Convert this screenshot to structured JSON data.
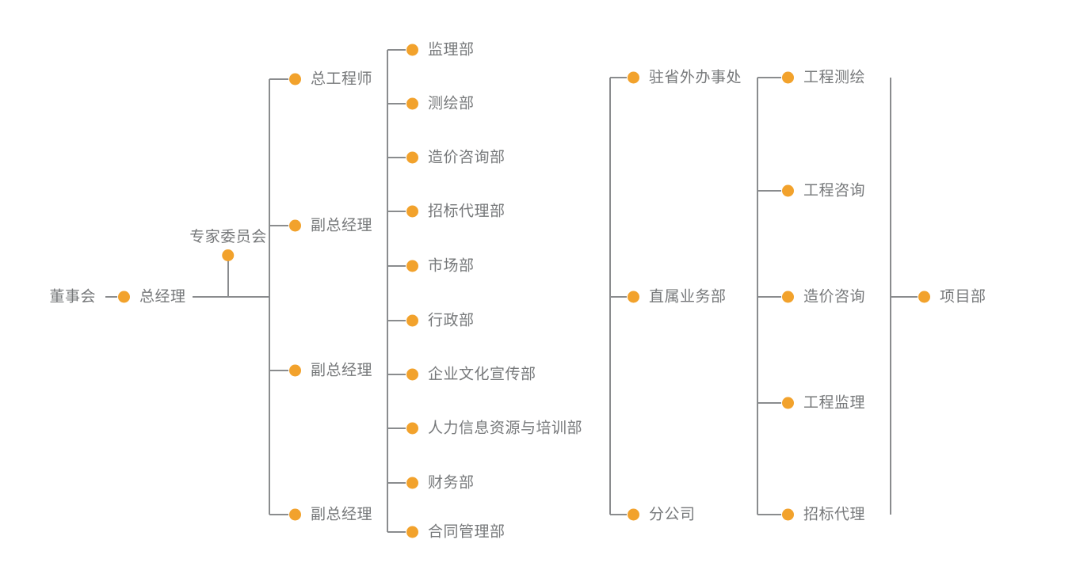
{
  "theme": {
    "dot_color": "#F2A22C",
    "line_color": "#8A8C8E",
    "text_color": "#76787A",
    "background": "#FFFFFF"
  },
  "chart_data": {
    "type": "diagram",
    "title": "",
    "diagram_kind": "organization-chart",
    "orientation": "left-to-right",
    "levels": [
      {
        "name": "governance",
        "nodes": [
          "董事会",
          "总经理",
          "专家委员会"
        ]
      },
      {
        "name": "executives",
        "nodes": [
          "总工程师",
          "副总经理",
          "副总经理",
          "副总经理"
        ]
      },
      {
        "name": "departments",
        "nodes": [
          "监理部",
          "测绘部",
          "造价咨询部",
          "招标代理部",
          "市场部",
          "行政部",
          "企业文化宣传部",
          "人力信息资源与培训部",
          "财务部",
          "合同管理部"
        ]
      },
      {
        "name": "business-units",
        "nodes": [
          "驻省外办事处",
          "直属业务部",
          "分公司"
        ]
      },
      {
        "name": "service-lines",
        "nodes": [
          "工程测绘",
          "工程咨询",
          "造价咨询",
          "工程监理",
          "招标代理"
        ]
      },
      {
        "name": "projects",
        "nodes": [
          "项目部"
        ]
      }
    ]
  },
  "nodes": {
    "board": {
      "label": "董事会"
    },
    "general_manager": {
      "label": "总经理"
    },
    "expert_committee": {
      "label": "专家委员会"
    },
    "chief_engineer": {
      "label": "总工程师"
    },
    "deputy_gm_1": {
      "label": "副总经理"
    },
    "deputy_gm_2": {
      "label": "副总经理"
    },
    "deputy_gm_3": {
      "label": "副总经理"
    },
    "dept_1": {
      "label": "监理部"
    },
    "dept_2": {
      "label": "测绘部"
    },
    "dept_3": {
      "label": "造价咨询部"
    },
    "dept_4": {
      "label": "招标代理部"
    },
    "dept_5": {
      "label": "市场部"
    },
    "dept_6": {
      "label": "行政部"
    },
    "dept_7": {
      "label": "企业文化宣传部"
    },
    "dept_8": {
      "label": "人力信息资源与培训部"
    },
    "dept_9": {
      "label": "财务部"
    },
    "dept_10": {
      "label": "合同管理部"
    },
    "unit_1": {
      "label": "驻省外办事处"
    },
    "unit_2": {
      "label": "直属业务部"
    },
    "unit_3": {
      "label": "分公司"
    },
    "service_1": {
      "label": "工程测绘"
    },
    "service_2": {
      "label": "工程咨询"
    },
    "service_3": {
      "label": "造价咨询"
    },
    "service_4": {
      "label": "工程监理"
    },
    "service_5": {
      "label": "招标代理"
    },
    "project_dept": {
      "label": "项目部"
    }
  }
}
